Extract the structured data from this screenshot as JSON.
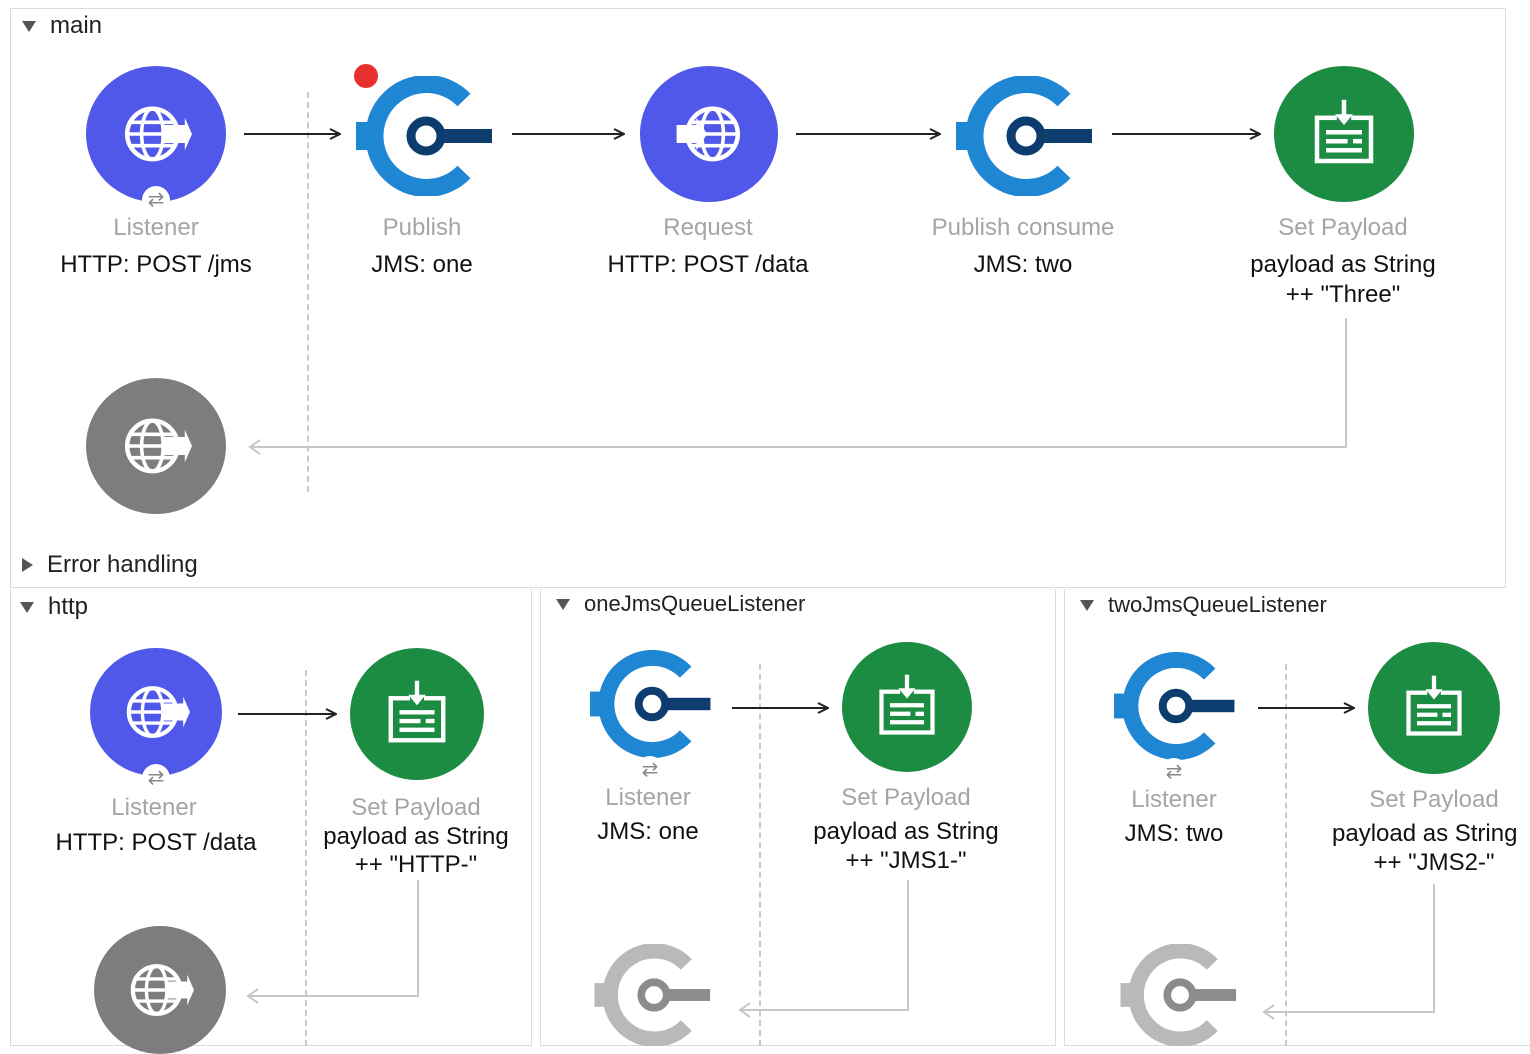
{
  "main": {
    "title": "main",
    "nodes": [
      {
        "type": "Listener",
        "label": "HTTP: POST /jms",
        "icon": "http-listener-icon",
        "color": "#4f58e8"
      },
      {
        "type": "Publish",
        "label": "JMS: one",
        "icon": "jms-connector-icon",
        "color": "#1f86d4"
      },
      {
        "type": "Request",
        "label": "HTTP: POST /data",
        "icon": "http-request-icon",
        "color": "#4f58e8"
      },
      {
        "type": "Publish consume",
        "label": "JMS: two",
        "icon": "jms-connector-icon",
        "color": "#1f86d4"
      },
      {
        "type": "Set Payload",
        "label_line1": "payload as String",
        "label_line2": "++ \"Three\"",
        "icon": "set-payload-icon",
        "color": "#1c8c43"
      }
    ],
    "response_icon": "http-response-icon",
    "error_handling": "Error handling"
  },
  "http_flow": {
    "title": "http",
    "source": {
      "type": "Listener",
      "label": "HTTP: POST /data",
      "icon": "http-listener-icon"
    },
    "processor": {
      "type": "Set Payload",
      "label_line1": "payload as String",
      "label_line2": "++ \"HTTP-\"",
      "icon": "set-payload-icon"
    }
  },
  "one_flow": {
    "title": "oneJmsQueueListener",
    "source": {
      "type": "Listener",
      "label": "JMS: one",
      "icon": "jms-connector-icon"
    },
    "processor": {
      "type": "Set Payload",
      "label_line1": "payload as String",
      "label_line2": "++ \"JMS1-\"",
      "icon": "set-payload-icon"
    }
  },
  "two_flow": {
    "title": "twoJmsQueueListener",
    "source": {
      "type": "Listener",
      "label": "JMS: two",
      "icon": "jms-connector-icon"
    },
    "processor": {
      "type": "Set Payload",
      "label_line1": "payload as String",
      "label_line2": "++ \"JMS2-\"",
      "icon": "set-payload-icon"
    }
  },
  "colors": {
    "http": "#4f58e8",
    "jms": "#1f86d4",
    "jms_dark": "#0d3d6e",
    "payload": "#1c8c43",
    "inactive": "#7d7d7d"
  }
}
